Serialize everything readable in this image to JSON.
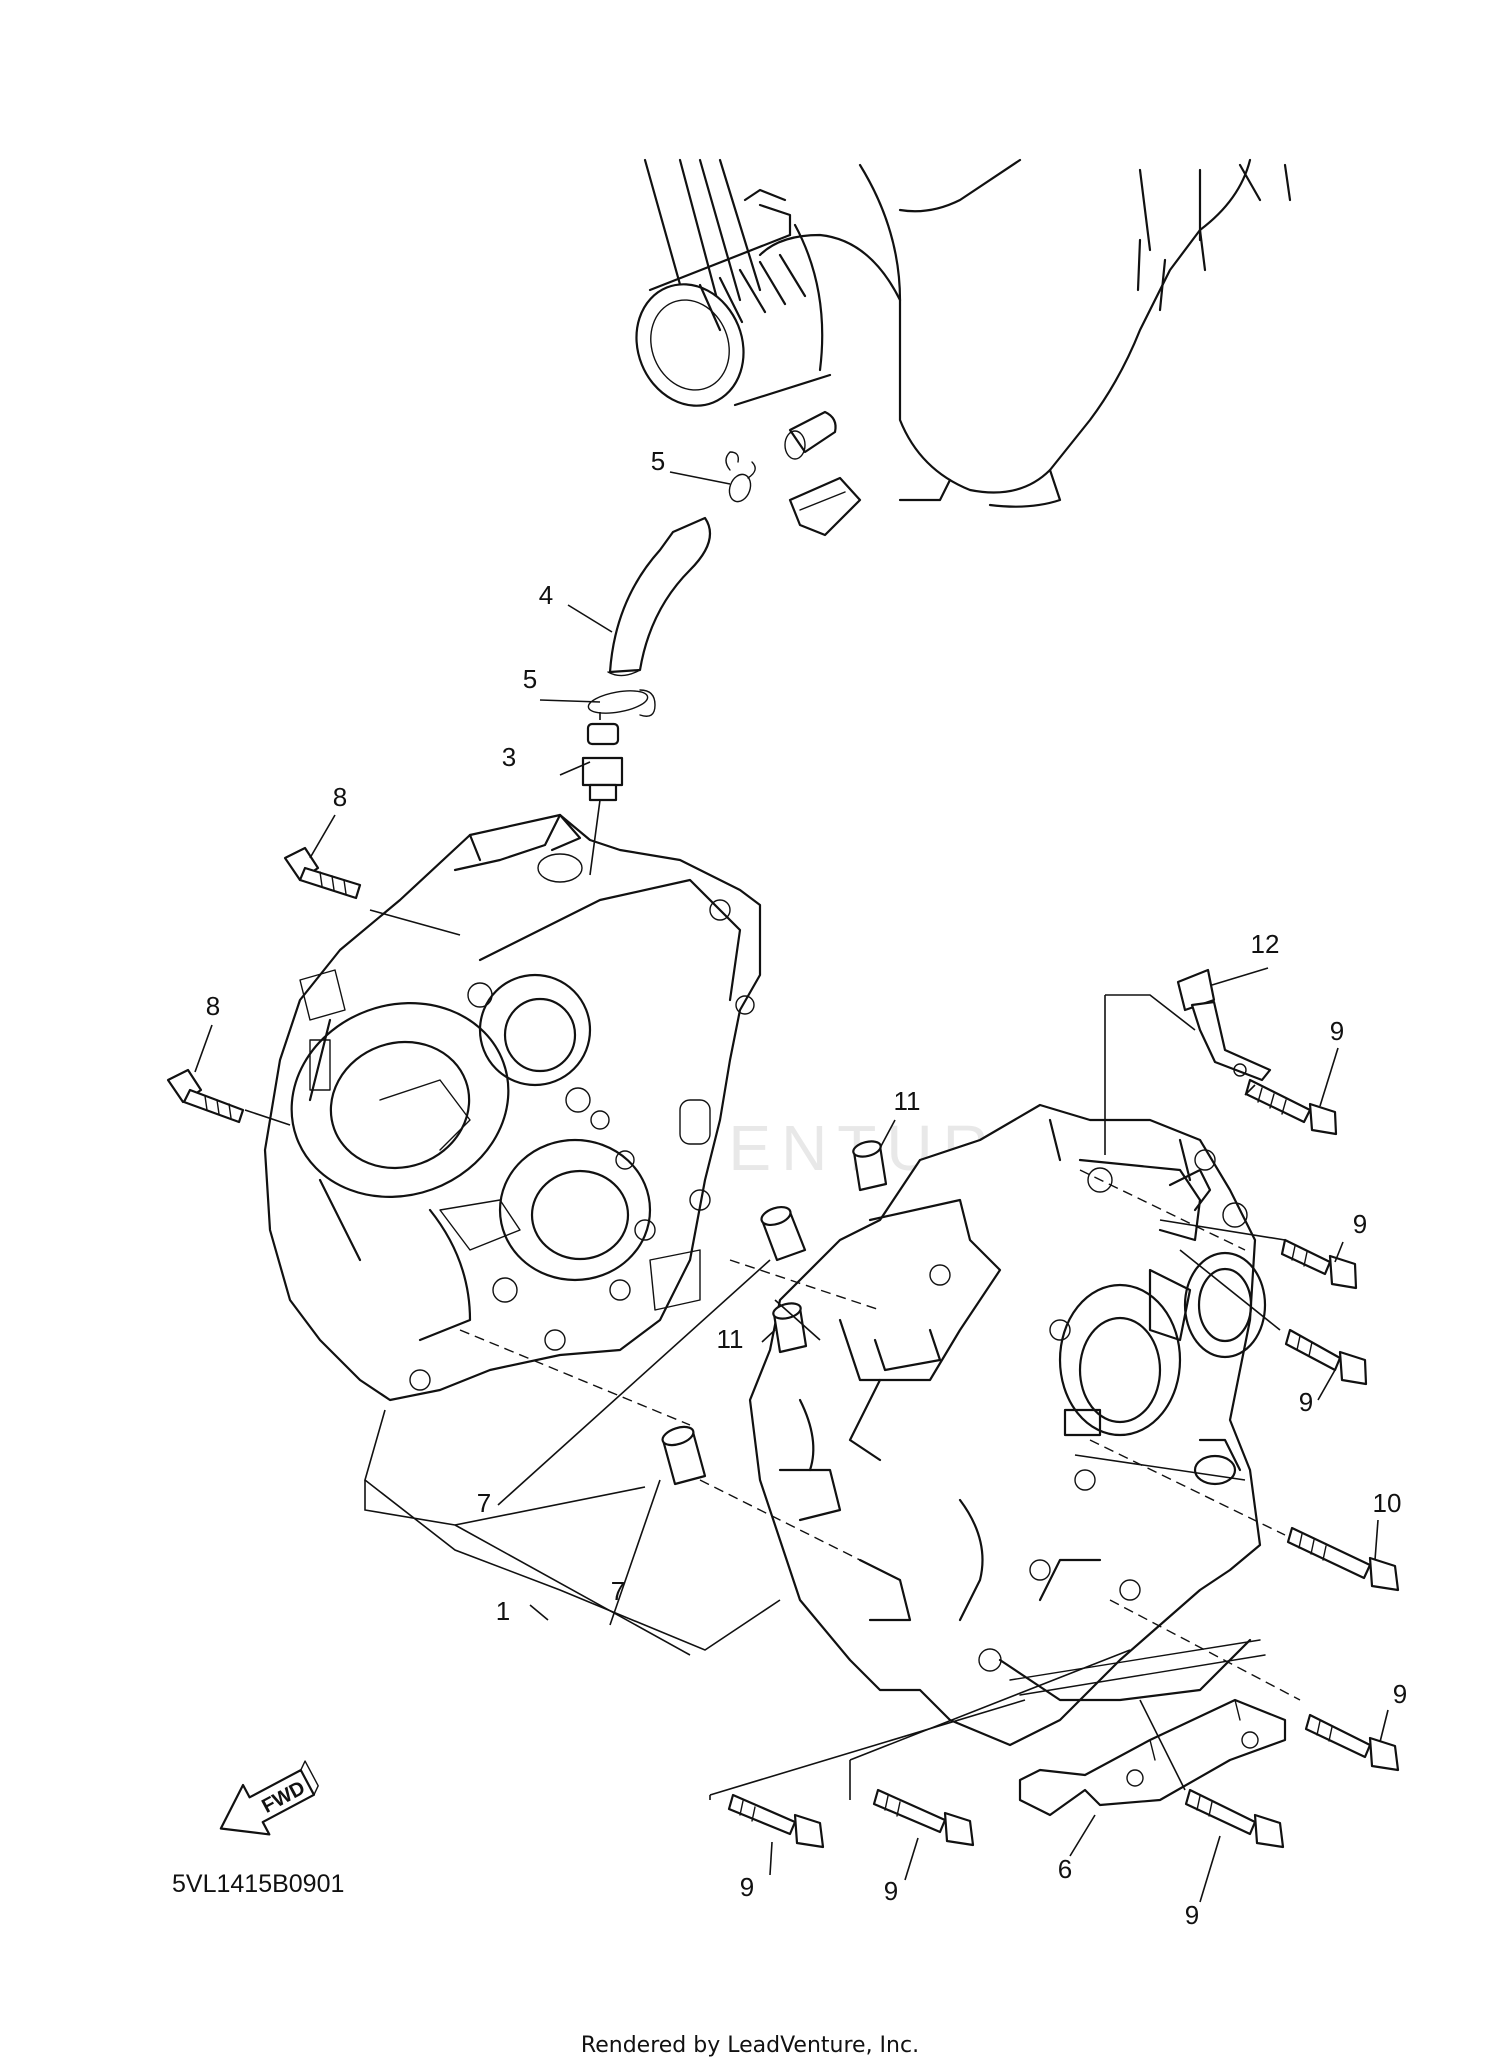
{
  "diagram": {
    "callouts": [
      "1",
      "3",
      "4",
      "5",
      "5",
      "6",
      "7",
      "7",
      "8",
      "8",
      "9",
      "9",
      "9",
      "9",
      "9",
      "9",
      "9",
      "10",
      "11",
      "11",
      "12"
    ],
    "fwd_label": "FWD",
    "diagram_code": "5VL1415B0901",
    "watermark": "LEADVENTURE",
    "credit": "Rendered by LeadVenture, Inc."
  }
}
